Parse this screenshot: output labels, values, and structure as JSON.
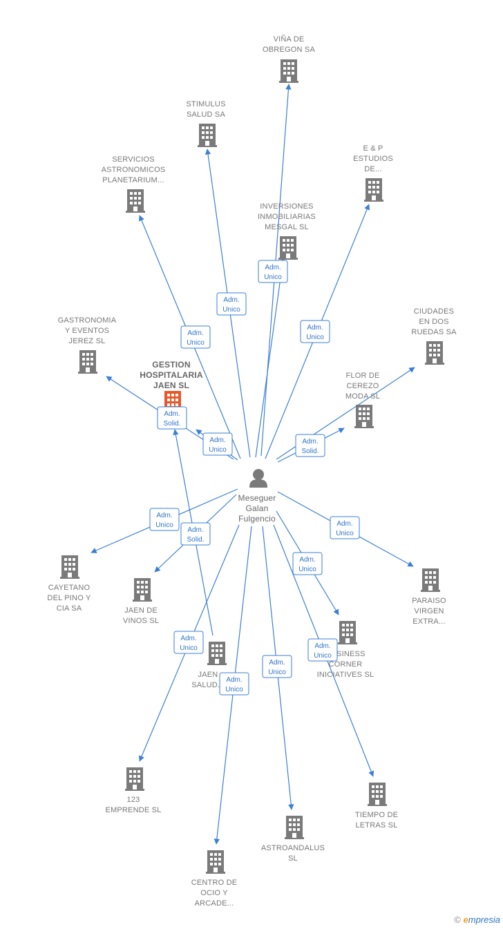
{
  "center": {
    "label": [
      "Meseguer",
      "Galan",
      "Fulgencio"
    ],
    "icon": "person-icon"
  },
  "colors": {
    "edge": "#3a7fd5",
    "building": "#7a7a7a",
    "focus": "#e8572a",
    "badge_border": "#3a7fd5"
  },
  "companies": [
    {
      "id": "vina",
      "label": [
        "VIÑA DE",
        "OBREGON SA"
      ],
      "icon": "building-icon"
    },
    {
      "id": "stimulus",
      "label": [
        "STIMULUS",
        "SALUD SA"
      ],
      "icon": "building-icon"
    },
    {
      "id": "servicios",
      "label": [
        "SERVICIOS",
        "ASTRONOMICOS",
        "PLANETARIUM..."
      ],
      "icon": "building-icon"
    },
    {
      "id": "ep",
      "label": [
        "E & P",
        "ESTUDIOS",
        "DE..."
      ],
      "icon": "building-icon"
    },
    {
      "id": "inversiones",
      "label": [
        "INVERSIONES",
        "INMOBILIARIAS",
        "MESGAL  SL"
      ],
      "icon": "building-icon"
    },
    {
      "id": "ciudades",
      "label": [
        "CIUDADES",
        "EN DOS",
        "RUEDAS SA"
      ],
      "icon": "building-icon"
    },
    {
      "id": "gastronomia",
      "label": [
        "GASTRONOMIA",
        "Y EVENTOS",
        "JEREZ  SL"
      ],
      "icon": "building-icon"
    },
    {
      "id": "gestion",
      "label": [
        "GESTION",
        "HOSPITALARIA",
        "JAEN  SL"
      ],
      "icon": "building-icon",
      "focus": true
    },
    {
      "id": "flor",
      "label": [
        "FLOR DE",
        "CEREZO",
        "MODA  SL"
      ],
      "icon": "building-icon"
    },
    {
      "id": "cayetano",
      "label": [
        "CAYETANO",
        "DEL PINO Y",
        "CIA SA"
      ],
      "icon": "building-icon"
    },
    {
      "id": "jaenvinos",
      "label": [
        "JAEN DE",
        "VINOS  SL"
      ],
      "icon": "building-icon"
    },
    {
      "id": "paraiso",
      "label": [
        "PARAISO",
        "VIRGEN",
        "EXTRA..."
      ],
      "icon": "building-icon"
    },
    {
      "id": "business",
      "label": [
        "BUSINESS",
        "CORNER",
        "INICIATIVES SL"
      ],
      "icon": "building-icon"
    },
    {
      "id": "jaensalud",
      "label": [
        "JAEN",
        "SALUD..."
      ],
      "icon": "building-icon"
    },
    {
      "id": "emprende",
      "label": [
        "123",
        "EMPRENDE  SL"
      ],
      "icon": "building-icon"
    },
    {
      "id": "tiempo",
      "label": [
        "TIEMPO DE",
        "LETRAS  SL"
      ],
      "icon": "building-icon"
    },
    {
      "id": "astro",
      "label": [
        "ASTROANDALUS",
        "SL"
      ],
      "icon": "building-icon"
    },
    {
      "id": "centro",
      "label": [
        "CENTRO DE",
        "OCIO Y",
        "ARCADE..."
      ],
      "icon": "building-icon"
    }
  ],
  "relations": [
    {
      "target": "vina",
      "badge": [
        "Adm.",
        "Unico"
      ]
    },
    {
      "target": "stimulus",
      "badge": [
        "Adm.",
        "Unico"
      ]
    },
    {
      "target": "servicios",
      "badge": [
        "Adm.",
        "Unico"
      ]
    },
    {
      "target": "ep",
      "badge": [
        "Adm.",
        "Unico"
      ]
    },
    {
      "target": "inversiones",
      "badge": [
        "Adm.",
        "Unico"
      ]
    },
    {
      "target": "ciudades",
      "badge": [
        "Adm.",
        "Unico"
      ]
    },
    {
      "target": "gastronomia",
      "badge": [
        "Adm.",
        "Unico"
      ]
    },
    {
      "target": "gestion",
      "badge": [
        "Adm.",
        "Solid."
      ]
    },
    {
      "target": "flor",
      "badge": [
        "Adm.",
        "Solid."
      ]
    },
    {
      "target": "cayetano",
      "badge": [
        "Adm.",
        "Unico"
      ]
    },
    {
      "target": "jaenvinos",
      "badge": [
        "Adm.",
        "Solid."
      ]
    },
    {
      "target": "paraiso",
      "badge": [
        "Adm.",
        "Unico"
      ]
    },
    {
      "target": "business",
      "badge": [
        "Adm.",
        "Unico"
      ]
    },
    {
      "target": "jaensalud",
      "badge": [
        "Adm.",
        "Solid."
      ]
    },
    {
      "target": "emprende",
      "badge": [
        "Adm.",
        "Unico"
      ]
    },
    {
      "target": "tiempo",
      "badge": [
        "Adm.",
        "Unico"
      ]
    },
    {
      "target": "astro",
      "badge": [
        "Adm.",
        "Unico"
      ]
    },
    {
      "target": "centro",
      "badge": [
        "Adm.",
        "Unico"
      ]
    }
  ],
  "footer": {
    "copyright": "©",
    "brand_initial": "e",
    "brand_rest": "mpresia"
  }
}
